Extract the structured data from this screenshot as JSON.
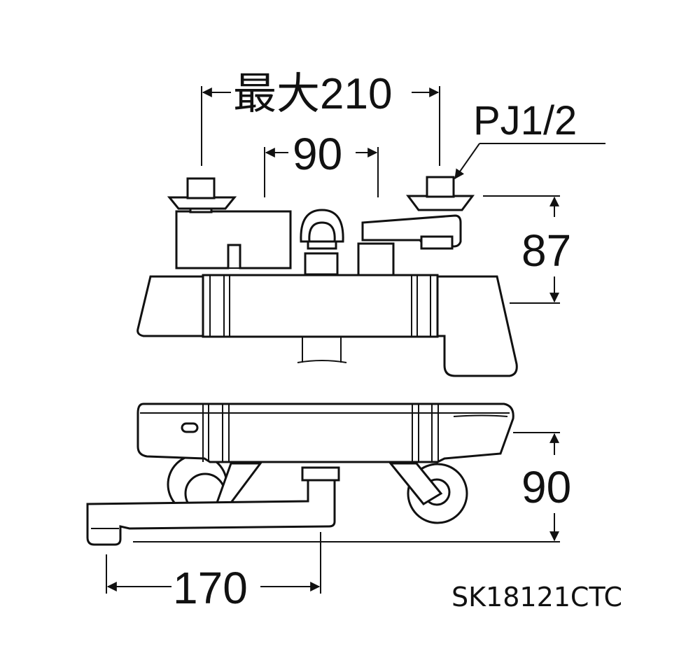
{
  "dimensions": {
    "max_width": "最大210",
    "inlet_spacing": "90",
    "thread": "PJ1/2",
    "height_top": "87",
    "depth_bottom": "90",
    "spout_length": "170"
  },
  "model_number": "SK18121CTC"
}
